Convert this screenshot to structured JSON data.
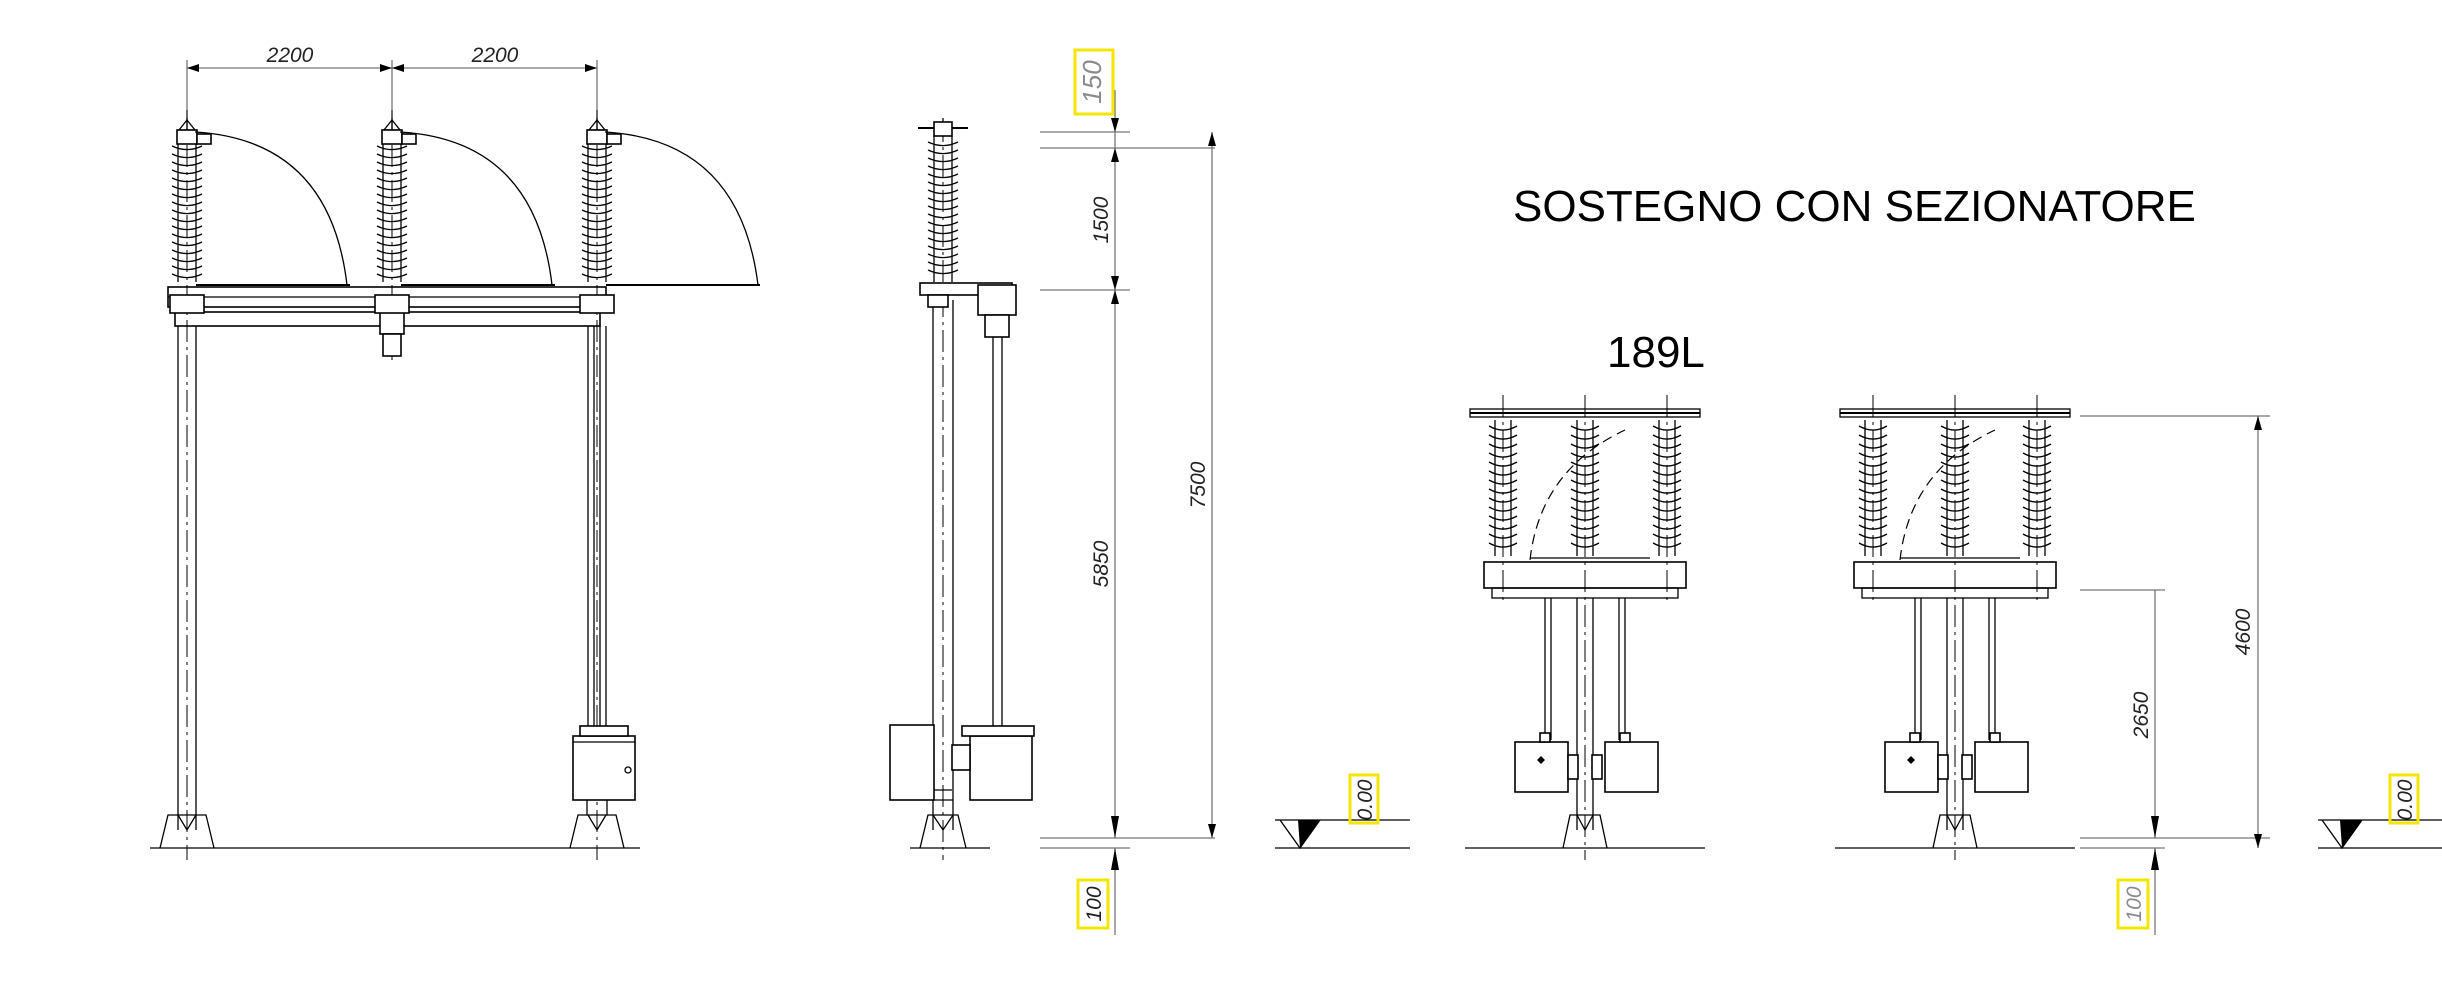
{
  "title": "SOSTEGNO CON  SEZIONATORE",
  "model": "189L",
  "dimensions": {
    "spacing_left": "2200",
    "spacing_right": "2200",
    "top_clearance": "150",
    "insulator_height": "1500",
    "column_height": "5850",
    "total_height": "7500",
    "foundation": "100",
    "level_left": "0.00",
    "level_right": "0.00",
    "overall_height_plan": "4600",
    "base_height_plan": "2650",
    "foundation_plan": "100"
  },
  "colors": {
    "lines": "#000000",
    "dimension_lines": "#777777",
    "highlight": "#f4e600"
  }
}
